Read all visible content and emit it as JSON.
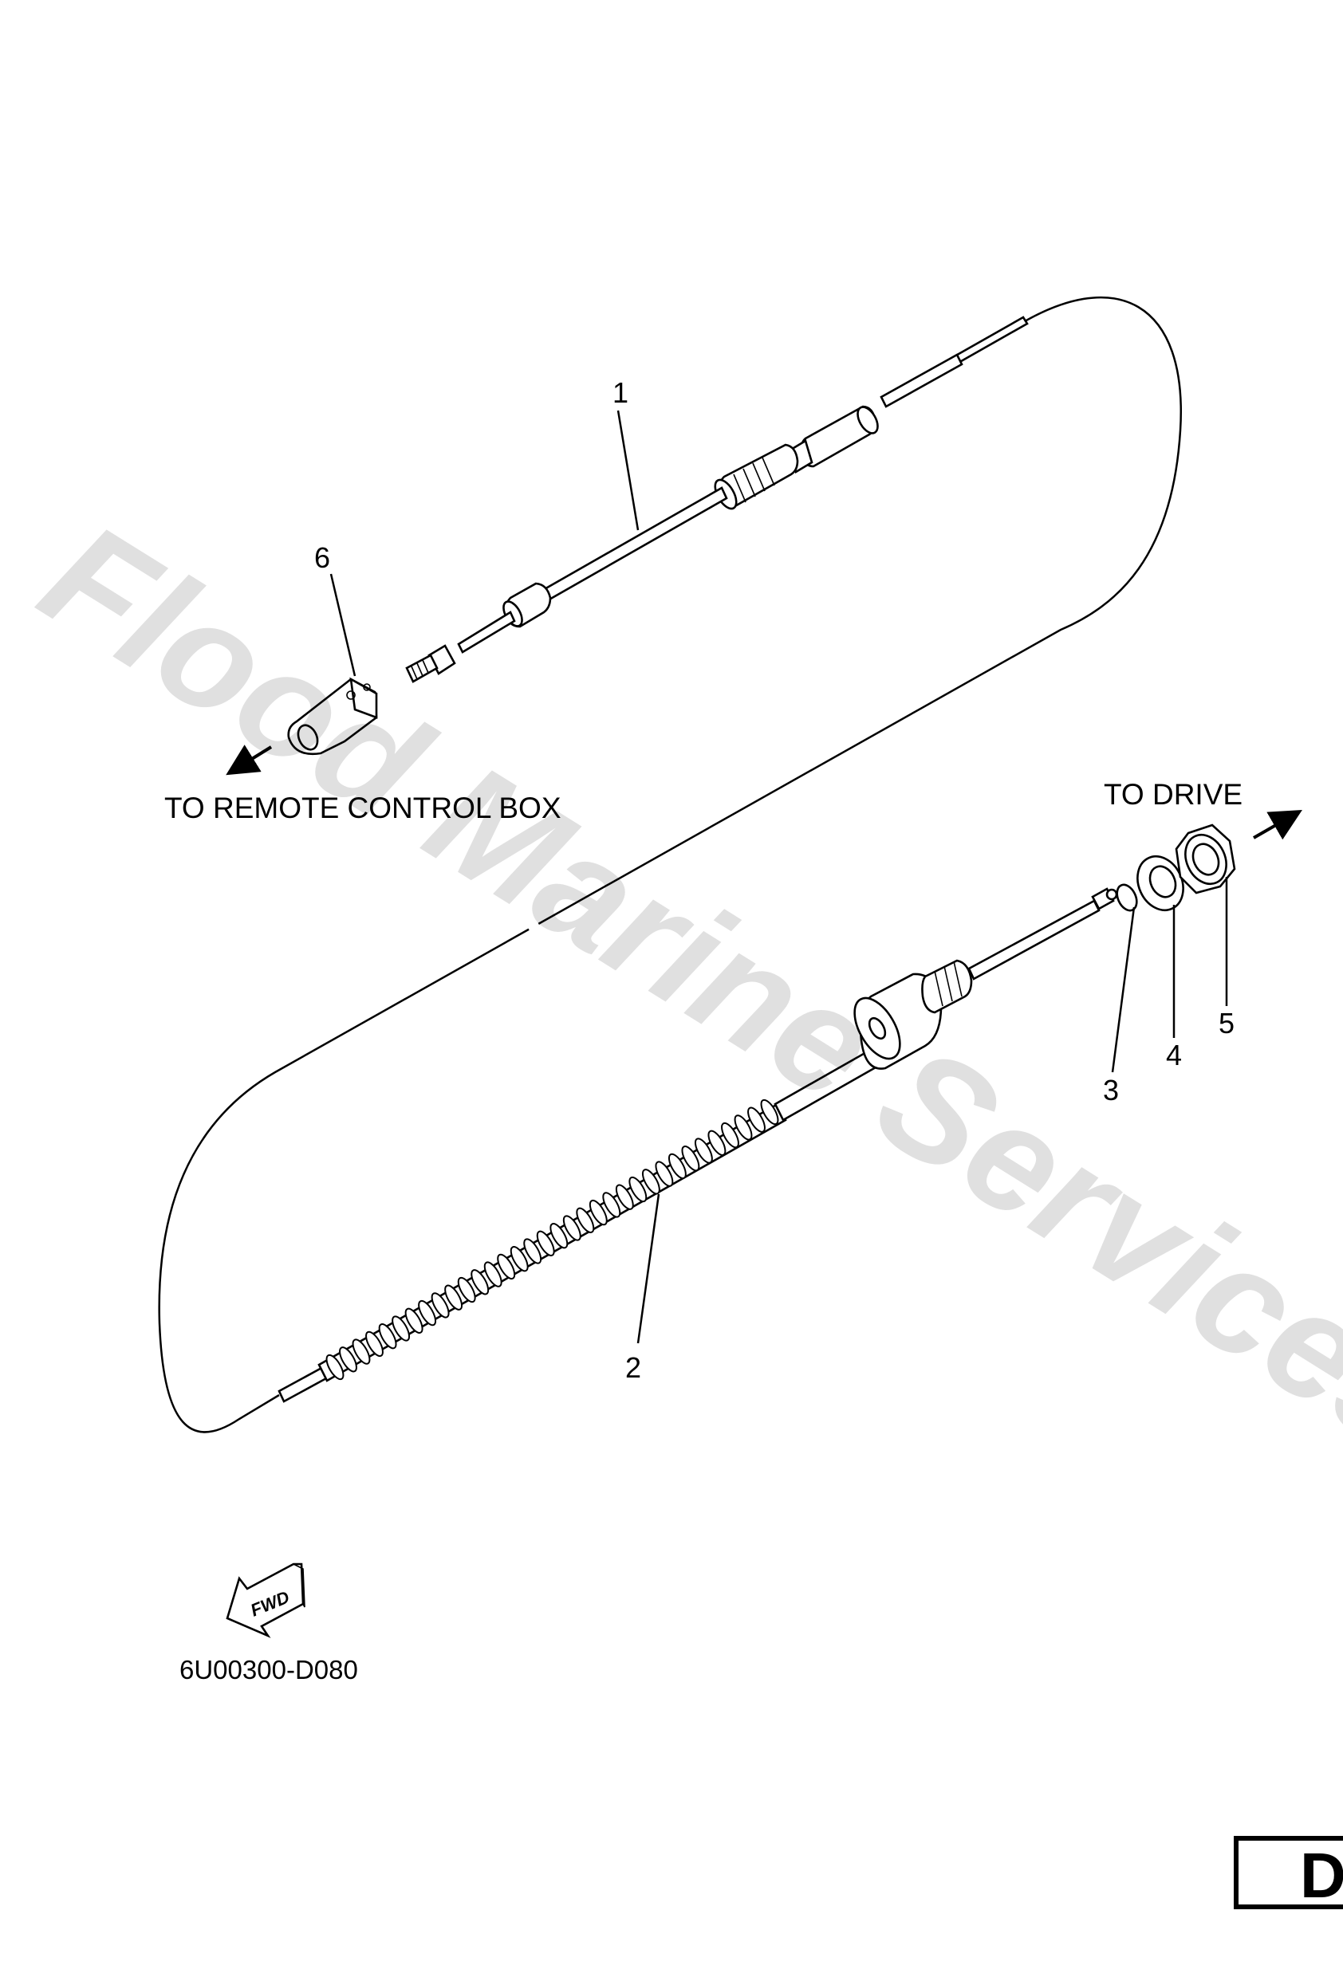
{
  "watermark": "Flood Marine Services",
  "callouts": [
    "1",
    "2",
    "3",
    "4",
    "5",
    "6"
  ],
  "directions": {
    "to_remote": "TO REMOTE CONTROL BOX",
    "to_drive": "TO DRIVE"
  },
  "fwd_label": "FWD",
  "figure_code": "6U00300-D080",
  "page_box": "D"
}
